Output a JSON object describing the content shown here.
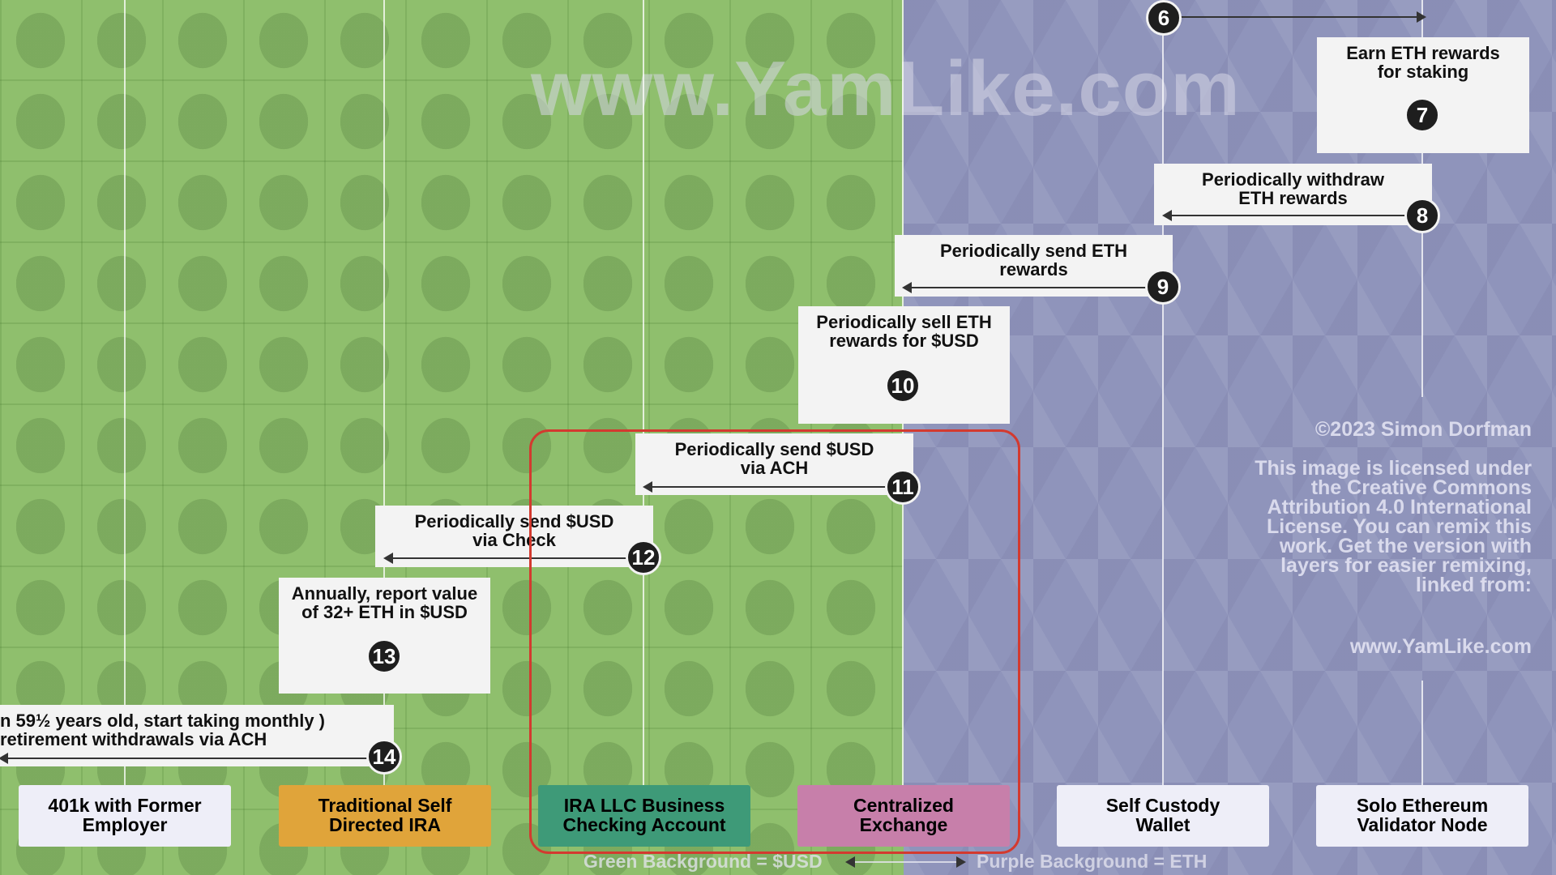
{
  "watermark": "www.YamLike.com",
  "colors": {
    "usd_background": "#8fbf6d",
    "eth_background": "#8f94bb",
    "highlight": "#d33a2f"
  },
  "steps": [
    {
      "number": "6",
      "text": ""
    },
    {
      "number": "7",
      "text": "Earn ETH rewards for staking"
    },
    {
      "number": "8",
      "text": "Periodically withdraw ETH rewards"
    },
    {
      "number": "9",
      "text": "Periodically send ETH rewards"
    },
    {
      "number": "10",
      "text": "Periodically sell ETH rewards for $USD"
    },
    {
      "number": "11",
      "text": "Periodically send $USD via ACH"
    },
    {
      "number": "12",
      "text": "Periodically send $USD via Check"
    },
    {
      "number": "13",
      "text": "Annually, report value of 32+ ETH in $USD"
    },
    {
      "number": "14",
      "text": "n 59½ years old, start taking monthly ) retirement withdrawals via ACH"
    }
  ],
  "actors": [
    {
      "label": "401k with Former Employer",
      "color": "#eeeef8"
    },
    {
      "label": "Traditional Self Directed IRA",
      "color": "#e0a43a"
    },
    {
      "label": "IRA LLC Business Checking Account",
      "color": "#3e9a78"
    },
    {
      "label": "Centralized Exchange",
      "color": "#c77faa"
    },
    {
      "label": "Self Custody Wallet",
      "color": "#eeeef8"
    },
    {
      "label": "Solo Ethereum Validator Node",
      "color": "#eeeef8"
    }
  ],
  "credit": {
    "copyright": "©2023 Simon Dorfman",
    "license": "This image is licensed under the Creative Commons Attribution 4.0 International License. You can remix this work. Get the version with layers for easier remixing, linked from:",
    "url": "www.YamLike.com"
  },
  "legend": {
    "green": "Green Background = $USD",
    "purple": "Purple Background = ETH"
  }
}
